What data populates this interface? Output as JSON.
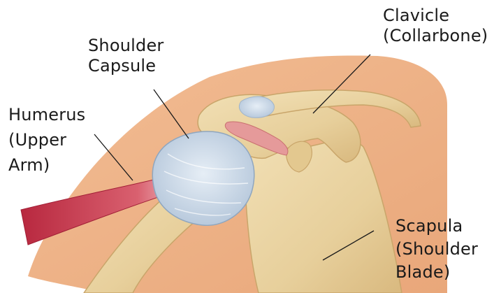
{
  "labels": {
    "clavicle": [
      "Clavicle",
      "(Collarbone)"
    ],
    "capsule": [
      "Shoulder",
      "Capsule"
    ],
    "humerus": [
      "Humerus",
      "(Upper",
      "Arm)"
    ],
    "scapula": [
      "Scapula",
      "(Shoulder",
      "Blade)"
    ]
  },
  "colors": {
    "skin": "#eeb387",
    "bone": "#e9d2a0",
    "bone_shadow": "#c9a56a",
    "capsule": "#c8d7e6",
    "muscle": "#c9374e",
    "ligament": "#e59a9a",
    "leader": "#1a1a1a"
  }
}
